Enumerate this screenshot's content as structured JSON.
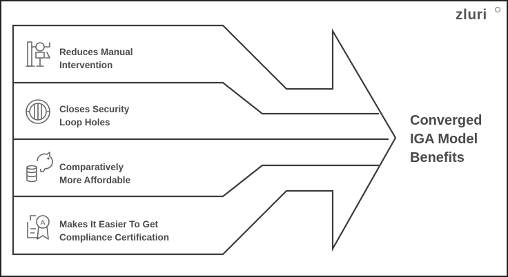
{
  "brand": {
    "logo_text": "zluri"
  },
  "diagram": {
    "title_lines": [
      "Converged",
      "IGA Model",
      "Benefits"
    ],
    "items": [
      {
        "icon": "robot-arm-icon",
        "lines": [
          "Reduces Manual",
          "Intervention"
        ]
      },
      {
        "icon": "vault-door-icon",
        "lines": [
          "Closes Security",
          "Loop Holes"
        ]
      },
      {
        "icon": "piggy-bank-coins-icon",
        "lines": [
          "Comparatively",
          "More Affordable"
        ]
      },
      {
        "icon": "certificate-badge-icon",
        "lines": [
          "Makes It Easier To Get",
          "Compliance Certification"
        ]
      }
    ],
    "colors": {
      "stroke": "#3a3a3a",
      "text": "#4a4a4a",
      "icon": "#666666"
    }
  }
}
